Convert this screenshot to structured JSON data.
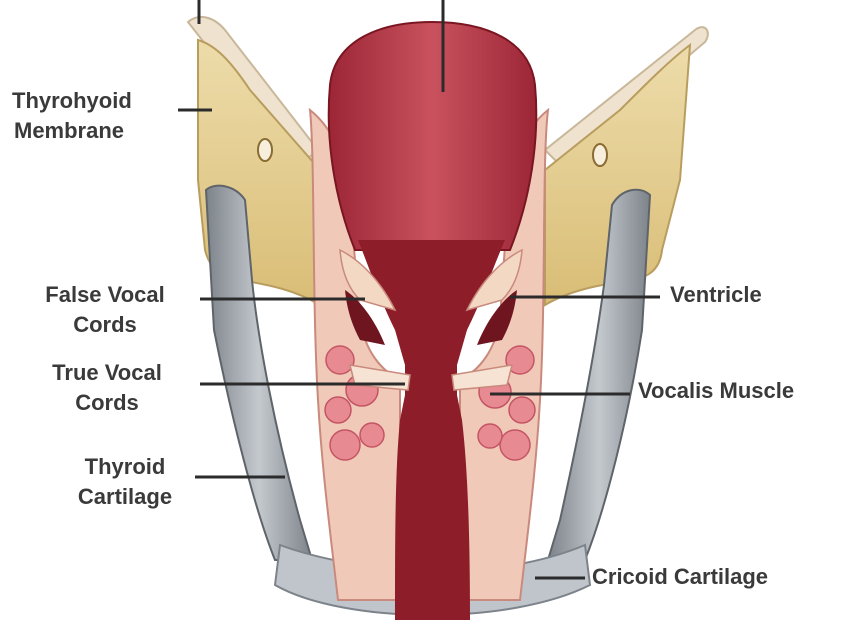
{
  "labels": {
    "thyrohyoid_membrane": [
      "Thyrohyoid",
      "Membrane"
    ],
    "false_vocal_cords": [
      "False Vocal",
      "Cords"
    ],
    "true_vocal_cords": [
      "True Vocal",
      "Cords"
    ],
    "thyroid_cartilage": [
      "Thyroid",
      "Cartilage"
    ],
    "ventricle": [
      "Ventricle"
    ],
    "vocalis_muscle": [
      "Vocalis Muscle"
    ],
    "cricoid_cartilage": [
      "Cricoid Cartilage"
    ]
  },
  "colors": {
    "background": "#ffffff",
    "label_text": "#3a3a3a",
    "leader_line": "#2b2b2b",
    "thyrohyoid_membrane": "#e2cc8e",
    "thyroid_cartilage": "#9aa0a6",
    "mucosa": "#b13b4a",
    "lumen": "#8e1d2a",
    "muscle": "#e07c86",
    "tissue": "#f3d9c4",
    "cricoid": "#b8bec4"
  }
}
